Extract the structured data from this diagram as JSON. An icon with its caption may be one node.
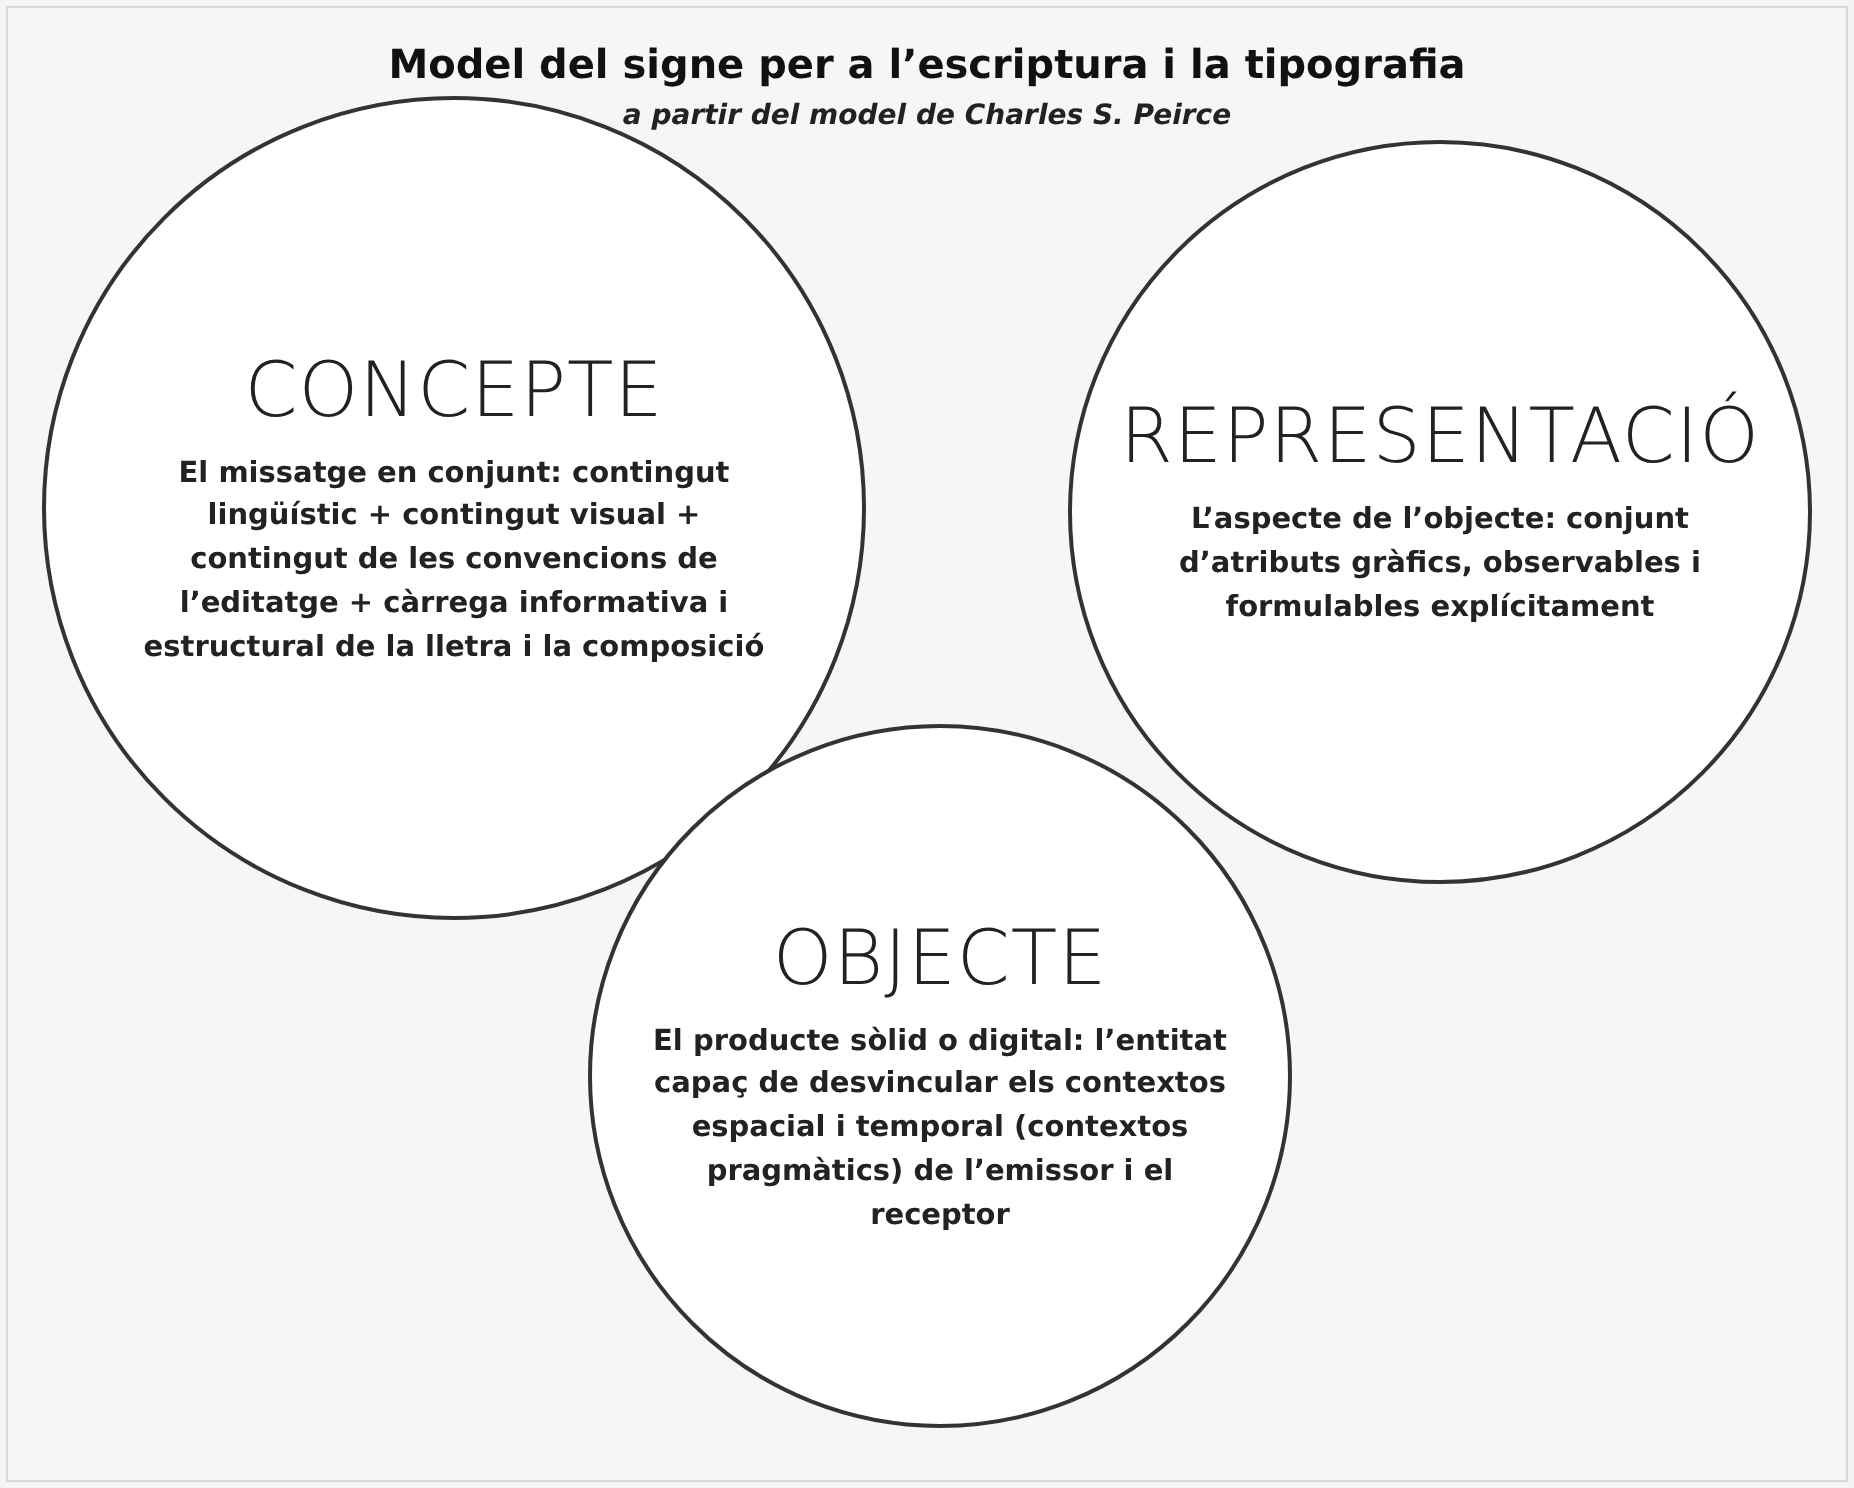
{
  "diagram": {
    "title": "Model del signe per a l’escriptura i la tipografia",
    "caption": "a partir del model de Charles S. Peirce",
    "nodes": [
      {
        "text": [
          "CONCEPTE",
          "El missatge en conjunt: contingut lingüístic + contingut visual + contingut de les convencions de l’editatge + càrrega informativa i estructural de la lletra i la composició"
        ]
      },
      {
        "text": [
          "REPRESENTACIÓ",
          "L’aspecte de l’objecte: conjunt d’atributs gràfics, observables i formulables explícitament"
        ]
      },
      {
        "text": [
          "OBJECTE",
          "El producte sòlid o digital: l’entitat capaç de desvincular els contextos espacial i temporal (contextos pragmàtics) de l’emissor i el receptor"
        ]
      }
    ]
  }
}
